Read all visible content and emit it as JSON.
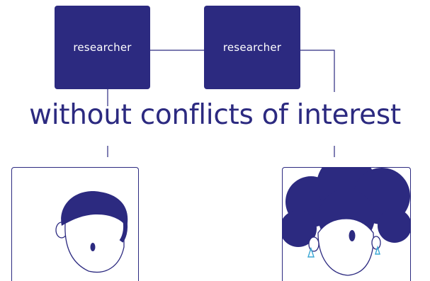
{
  "diagram": {
    "nodes": [
      {
        "id": "researcher-left",
        "label": "researcher"
      },
      {
        "id": "researcher-right",
        "label": "researcher"
      }
    ],
    "headline": "without conflicts of interest",
    "persons": [
      {
        "id": "person-left",
        "icon": "short-hair-person-icon"
      },
      {
        "id": "person-right",
        "icon": "curly-hair-person-icon"
      }
    ],
    "colors": {
      "primary": "#2c2a80",
      "earring": "#3aa7d4",
      "background": "#ffffff"
    }
  }
}
